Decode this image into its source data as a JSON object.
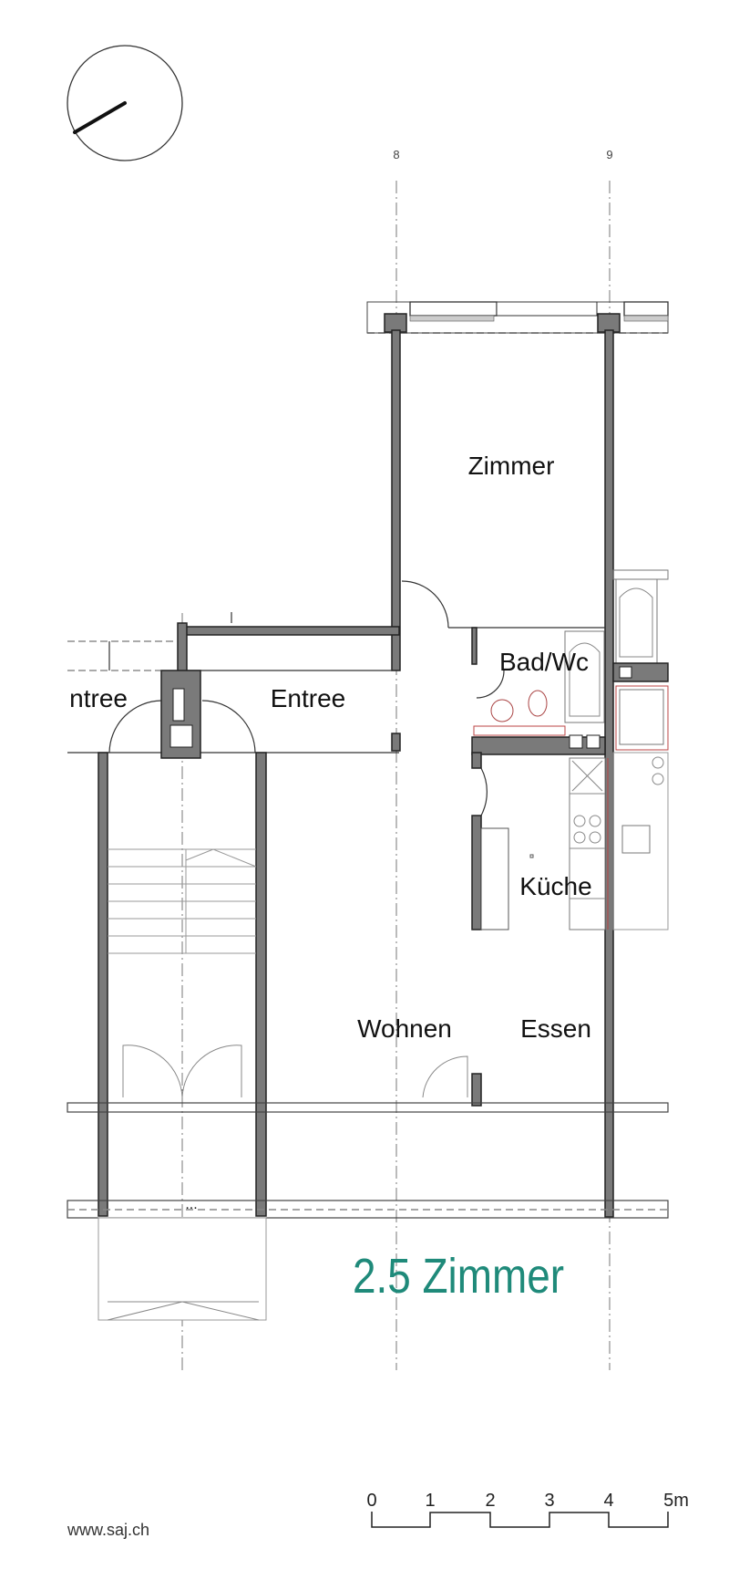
{
  "plan": {
    "title": "2.5 Zimmer",
    "title_color": "#1f8a7a",
    "grid_axes": [
      "8",
      "9"
    ],
    "rooms": {
      "zimmer": "Zimmer",
      "bad_wc": "Bad/Wc",
      "entree": "Entree",
      "entree_neighbor": "ntree",
      "kueche": "Küche",
      "wohnen": "Wohnen",
      "essen": "Essen"
    },
    "ellipsis": "...",
    "compass_icon": "north-arrow"
  },
  "scale_bar": {
    "labels": [
      "0",
      "1",
      "2",
      "3",
      "4",
      "5m"
    ]
  },
  "footer": {
    "website": "www.saj.ch"
  }
}
